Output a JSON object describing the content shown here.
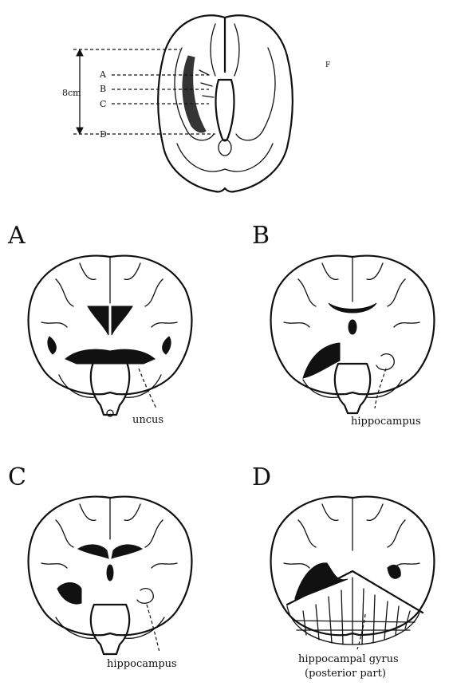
{
  "top_view": {
    "scale_label": "8cm",
    "section_labels": [
      "A",
      "B",
      "C",
      "D"
    ],
    "corner_mark": "F"
  },
  "panels": [
    {
      "id": "A",
      "letter": "A",
      "annotations": [
        "uncus"
      ]
    },
    {
      "id": "B",
      "letter": "B",
      "annotations": [
        "hippocampus"
      ]
    },
    {
      "id": "C",
      "letter": "C",
      "annotations": [
        "hippocampus"
      ]
    },
    {
      "id": "D",
      "letter": "D",
      "annotations": [
        "hippocampal gyrus",
        "(posterior part)"
      ]
    }
  ]
}
